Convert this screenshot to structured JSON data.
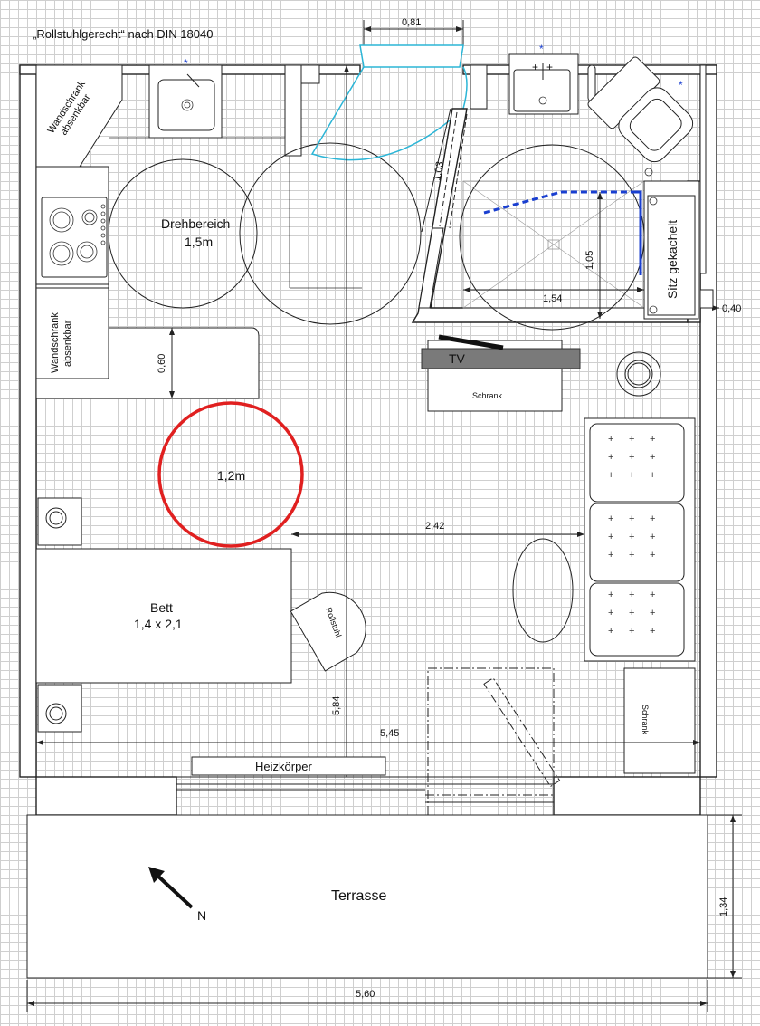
{
  "title": "„Rollstuhlgerecht“ nach DIN 18040",
  "rooms": {
    "wandschrank_top": [
      "Wandschrank",
      "absenkbar"
    ],
    "wandschrank_mid": [
      "Wandschrank",
      "absenkbar"
    ],
    "drehbereich": [
      "Drehbereich",
      "1,5m"
    ],
    "circle_red": "1,2m",
    "bett": [
      "Bett",
      "1,4 x 2,1"
    ],
    "rollstuhl": "Rollstuhl",
    "tv": "TV",
    "schrank_tv": "Schrank",
    "schrank_right": "Schrank",
    "sitz": "Sitz gekachelt",
    "heizkoerper": "Heizkörper",
    "terrasse": "Terrasse",
    "north": "N"
  },
  "dimensions": {
    "door_width": "0,81",
    "shower_door": "1,03",
    "shower_depth": "1,05",
    "shower_width": "1,54",
    "seat_depth": "0,40",
    "counter_depth": "0,60",
    "clearance": "2,42",
    "room_depth": "5,84",
    "room_width": "5,45",
    "terrace_depth": "1,34",
    "total_width": "5,60"
  },
  "markers": {
    "star": "*"
  },
  "colors": {
    "door_cyan": "#2bb5d6",
    "shower_blue": "#1a3fd0",
    "turning_red": "#e02020",
    "tv_gray": "#7a7a7a",
    "star_blue": "#1a3fd0"
  }
}
